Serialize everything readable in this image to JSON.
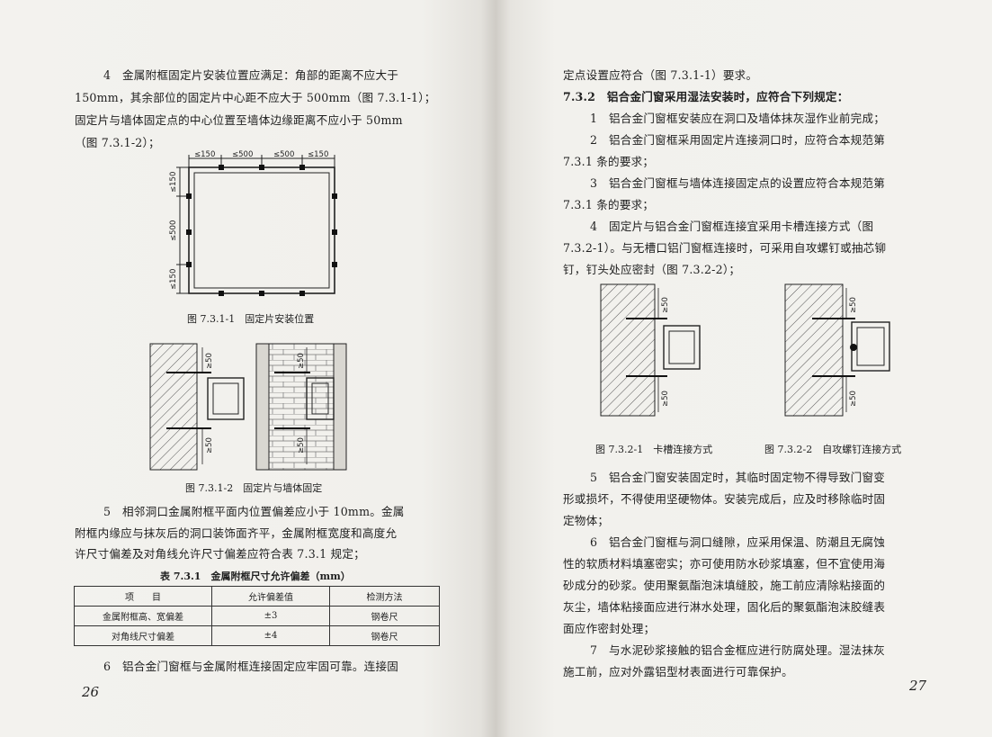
{
  "left": {
    "para4": [
      "4　金属附框固定片安装位置应满足：角部的距离不应大于",
      "150mm，其余部位的固定片中心距不应大于 500mm（图 7.3.1-1）；",
      "固定片与墙体固定点的中心位置至墙体边缘距离不应小于 50mm",
      "（图 7.3.1-2）；"
    ],
    "fig1": {
      "top_dims": [
        "≤150",
        "≤500",
        "≤500",
        "≤150"
      ],
      "side_dims": [
        "≤150",
        "≤500",
        "≤150"
      ],
      "caption": "图 7.3.1-1　固定片安装位置"
    },
    "fig2": {
      "dims": [
        "≥50",
        "≥50",
        "≥50",
        "≥50"
      ],
      "caption": "图 7.3.1-2　固定片与墙体固定"
    },
    "para5": [
      "5　相邻洞口金属附框平面内位置偏差应小于 10mm。金属",
      "附框内缘应与抹灰后的洞口装饰面齐平，金属附框宽度和高度允",
      "许尺寸偏差及对角线允许尺寸偏差应符合表 7.3.1 规定；"
    ],
    "table": {
      "title": "表 7.3.1　金属附框尺寸允许偏差（mm）",
      "headers": [
        "项　　目",
        "允许偏差值",
        "检测方法"
      ],
      "rows": [
        [
          "金属附框高、宽偏差",
          "±3",
          "钢卷尺"
        ],
        [
          "对角线尺寸偏差",
          "±4",
          "钢卷尺"
        ]
      ]
    },
    "para6": "6　铝合金门窗框与金属附框连接固定应牢固可靠。连接固",
    "page_number": "26"
  },
  "right": {
    "lines": [
      "定点设置应符合（图 7.3.1-1）要求。",
      "7.3.2　铝合金门窗采用湿法安装时，应符合下列规定：",
      "1　铝合金门窗框安装应在洞口及墙体抹灰湿作业前完成；",
      "2　铝合金门窗框采用固定片连接洞口时，应符合本规范第",
      "7.3.1 条的要求；",
      "3　铝合金门窗框与墙体连接固定点的设置应符合本规范第",
      "7.3.1 条的要求；",
      "4　固定片与铝合金门窗框连接宜采用卡槽连接方式（图",
      "7.3.2-1）。与无槽口铝门窗框连接时，可采用自攻螺钉或抽芯铆",
      "钉，钉头处应密封（图 7.3.2-2）；"
    ],
    "fig3": {
      "dims": [
        "≥50",
        "≥50"
      ],
      "caption": "图 7.3.2-1　卡槽连接方式"
    },
    "fig4": {
      "dims": [
        "≥50",
        "≥50"
      ],
      "caption": "图 7.3.2-2　自攻螺钉连接方式"
    },
    "lines2": [
      "5　铝合金门窗安装固定时，其临时固定物不得导致门窗变",
      "形或损坏，不得使用坚硬物体。安装完成后，应及时移除临时固",
      "定物体；",
      "6　铝合金门窗框与洞口缝隙，应采用保温、防潮且无腐蚀",
      "性的软质材料填塞密实；亦可使用防水砂浆填塞，但不宜使用海",
      "砂成分的砂浆。使用聚氨酯泡沫填缝胶，施工前应清除粘接面的",
      "灰尘，墙体粘接面应进行淋水处理，固化后的聚氨酯泡沫胶缝表",
      "面应作密封处理；",
      "7　与水泥砂浆接触的铝合金框应进行防腐处理。湿法抹灰",
      "施工前，应对外露铝型材表面进行可靠保护。"
    ],
    "page_number": "27"
  }
}
